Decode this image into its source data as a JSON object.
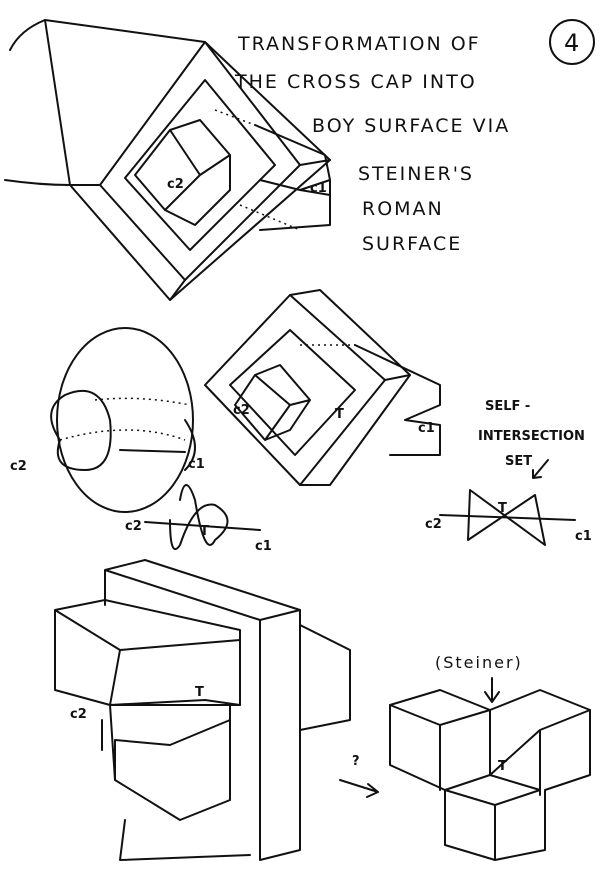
{
  "title": {
    "lines": [
      "TRANSFORMATION OF",
      "THE CROSS CAP INTO",
      "BOY SURFACE VIA",
      "STEINER'S",
      "ROMAN",
      "SURFACE"
    ],
    "page_number": "4"
  },
  "labels": {
    "c1": "c1",
    "c2": "c2",
    "T": "T",
    "self_intersection": [
      "SELF -",
      "INTERSECTION",
      "SET"
    ],
    "steiner": "(Steiner)",
    "question": "?"
  }
}
